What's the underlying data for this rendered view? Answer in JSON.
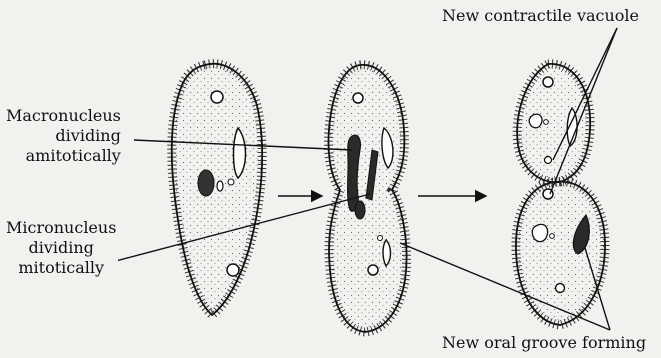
{
  "labels": {
    "macronucleus": [
      "Macronucleus",
      "dividing",
      "amitotically"
    ],
    "micronucleus": [
      "Micronucleus",
      "dividing",
      "mitotically"
    ],
    "contractile_vacuole": "New contractile vacuole",
    "oral_groove": "New oral groove forming"
  }
}
